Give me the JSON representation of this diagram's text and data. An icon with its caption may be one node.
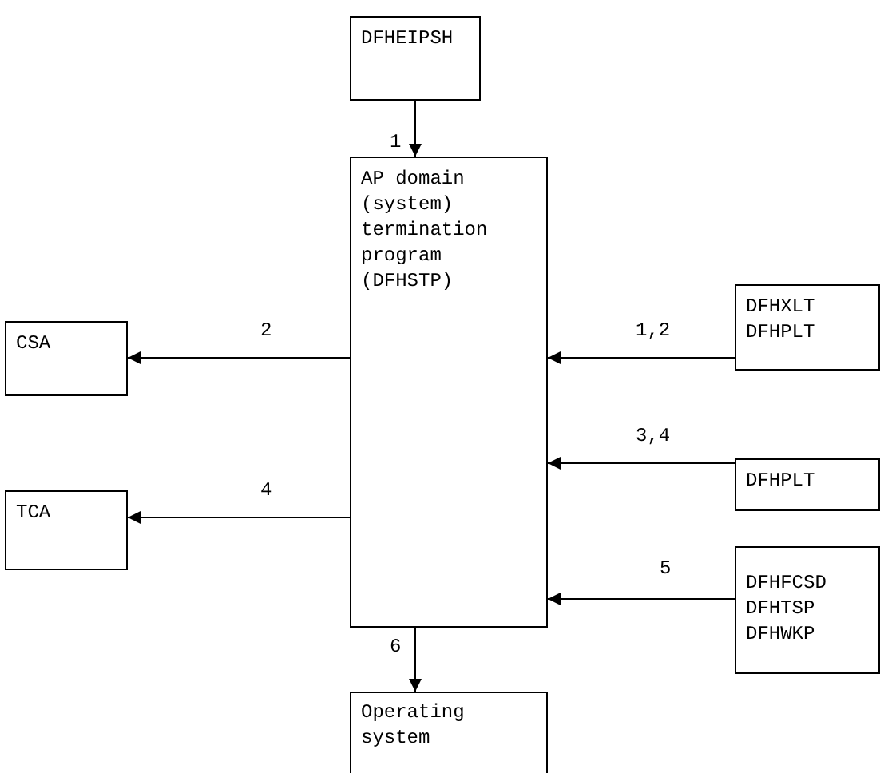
{
  "diagram": {
    "nodes": [
      {
        "text": [
          "DFHEIPSH"
        ]
      },
      {
        "text": [
          "AP domain (system) termination program (DFHSTP)"
        ]
      },
      {
        "text": [
          "CSA"
        ]
      },
      {
        "text": [
          "DFHXLT",
          "DFHPLT"
        ]
      },
      {
        "text": [
          "DFHPLT"
        ]
      },
      {
        "text": [
          "TCA"
        ]
      },
      {
        "text": [
          "DFHFCSD",
          "DFHTSP",
          "DFHWKP"
        ]
      },
      {
        "text": [
          "Operating system"
        ]
      }
    ],
    "edges": [
      {
        "from": 0,
        "to": 1,
        "arrow": "to",
        "label": "1"
      },
      {
        "from": 1,
        "to": 2,
        "arrow": "to",
        "label": "2"
      },
      {
        "from": 3,
        "to": 1,
        "arrow": "to",
        "label": "1,2"
      },
      {
        "from": 4,
        "to": 1,
        "arrow": "to",
        "label": "3,4"
      },
      {
        "from": 1,
        "to": 5,
        "arrow": "to",
        "label": "4"
      },
      {
        "from": 6,
        "to": 1,
        "arrow": "to",
        "label": "5"
      },
      {
        "from": 1,
        "to": 7,
        "arrow": "to",
        "label": "6"
      }
    ]
  }
}
